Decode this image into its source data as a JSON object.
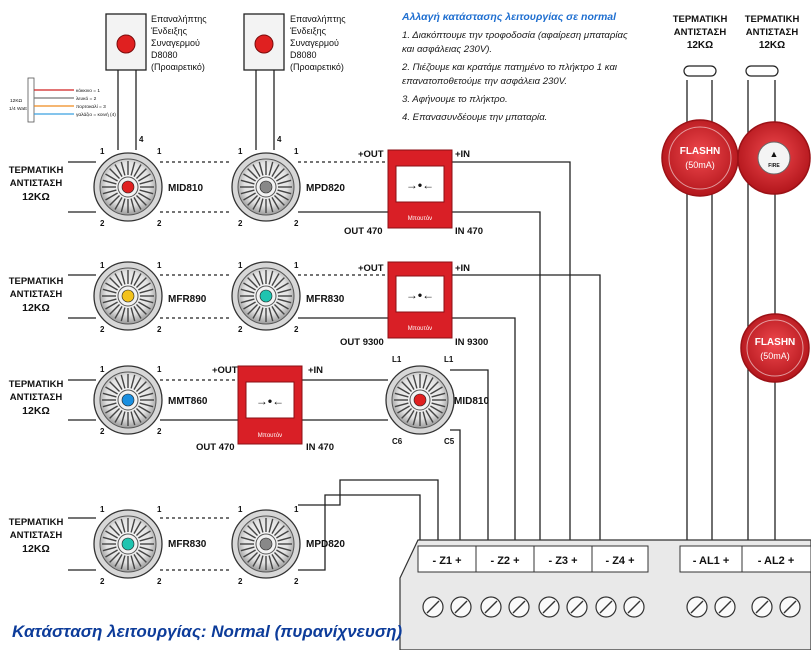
{
  "repeater": {
    "lines": [
      "Επαναλήπτης",
      "Ένδειξης",
      "Συναγερμού",
      "D8080",
      "(Προαιρετικό)"
    ]
  },
  "instructions": {
    "title": "Αλλαγή κατάστασης λειτουργίας σε normal",
    "steps": [
      "1. Διακόπτουμε την τροφοδοσία (αφαίρεση μπαταρίας",
      "και ασφάλειας 230V).",
      "2. Πιέζουμε και κρατάμε πατημένο το πλήκτρο 1 και",
      "επανατοποθετούμε την ασφάλεια 230V.",
      "3. Αφήνουμε το πλήκτρο.",
      "4. Επανασυνδέουμε την μπαταρία."
    ]
  },
  "termination": {
    "line1": "ΤΕΡΜΑΤΙΚΗ",
    "line2": "ΑΝΤΙΣΤΑΣΗ",
    "value": "12KΩ"
  },
  "zones": [
    {
      "det1": "MID810",
      "det2": "MPD820",
      "mcp_out": "+OUT",
      "mcp_in": "+IN",
      "out_label": "OUT 470",
      "in_label": "IN 470"
    },
    {
      "det1": "MFR890",
      "det2": "MFR830",
      "mcp_out": "+OUT",
      "mcp_in": "+IN",
      "out_label": "OUT 9300",
      "in_label": "IN 9300"
    },
    {
      "det1": "MMT860",
      "det2": "MID810",
      "mcp_out": "+OUT",
      "mcp_in": "+IN",
      "out_label": "OUT 470",
      "in_label": "IN 470",
      "det2_top_l": "L1",
      "det2_top_r": "L1",
      "det2_bot_l": "C6",
      "det2_bot_r": "C5"
    },
    {
      "det1": "MFR830",
      "det2": "MPD820"
    }
  ],
  "mcp_caption": "Μπουτόν",
  "pins": {
    "one": "1",
    "two": "2",
    "four": "4"
  },
  "sounders": {
    "flash_line1": "FLASHN",
    "flash_line2": "(50mA)",
    "fire": "FIRE"
  },
  "wiring_legend": {
    "left": [
      "12KΩ",
      "1/4 Watt"
    ],
    "rows": [
      "κόκκινο = 1",
      "λευκό = 2",
      "πορτοκαλί = 3",
      "γαλάζιο = κοινή (4)"
    ]
  },
  "terminals": [
    "- Z1 +",
    "- Z2 +",
    "- Z3 +",
    "- Z4 +",
    "- AL1 +",
    "- AL2 +"
  ],
  "footer": "Κατάσταση λειτουργίας: Normal (πυρανίχνευση)",
  "colors": {
    "mcp_red": "#d91f26",
    "sounder_red": "#d7252b",
    "led_red": "#e02020",
    "led_yellow": "#f3c21b",
    "led_cyan": "#1fc4b0",
    "led_blue": "#1a8fe0",
    "footer_blue": "#0d3c9a",
    "note_blue": "#1f6fd0"
  }
}
